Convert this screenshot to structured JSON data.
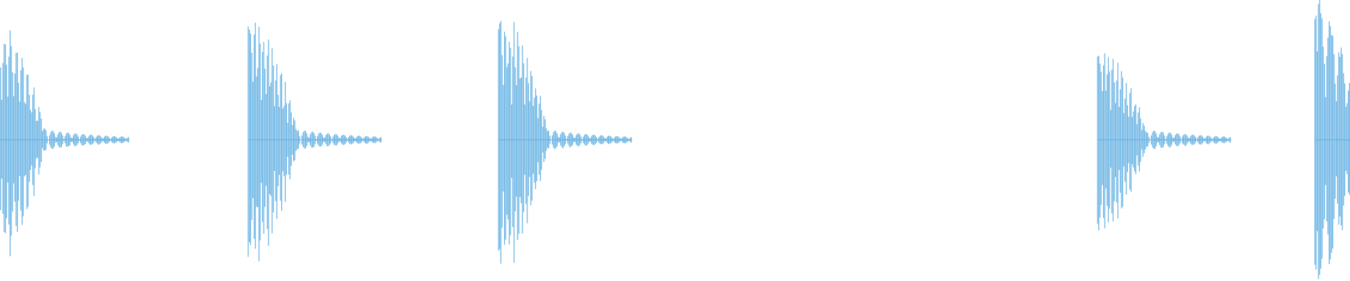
{
  "waveform": {
    "color": "#5DADE2",
    "background": "#FFFFFF",
    "normalized_peak_amplitude": 1.0,
    "bursts": [
      {
        "peak_amplitude": 0.84,
        "cycles": 18,
        "clipped_at_left_edge": true
      },
      {
        "peak_amplitude": 0.88,
        "cycles": 24,
        "clipped_at_left_edge": false
      },
      {
        "peak_amplitude": 0.94,
        "cycles": 24,
        "clipped_at_left_edge": false
      },
      {
        "peak_amplitude": 0.67,
        "cycles": 24,
        "clipped_at_left_edge": false
      },
      {
        "peak_amplitude": 0.99,
        "cycles": 10,
        "clipped_at_right_edge": true
      }
    ]
  }
}
